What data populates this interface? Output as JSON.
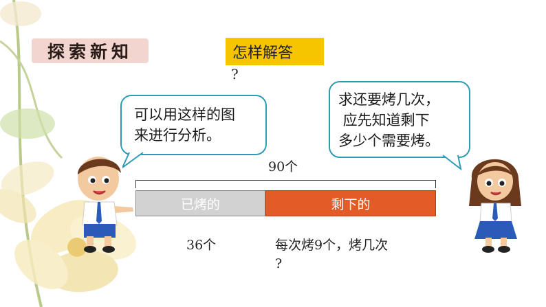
{
  "header": {
    "section_tag": "探索新知",
    "question_tag": "怎样解答",
    "question_mark": "?"
  },
  "bubbles": {
    "left_lines": [
      "可以用这样的图",
      "来进行分析。"
    ],
    "right_lines": [
      "求还要烤几次，",
      " 应先知道剩下",
      "多少个需要烤。"
    ]
  },
  "diagram": {
    "total_label": "90个",
    "done_label": "已烤的",
    "remaining_label": "剩下的",
    "done_count": "36个",
    "each_label": "每次烤9个，烤几次",
    "each_question": "?",
    "colors": {
      "done": "#d2d2d2",
      "remaining": "#e35c28",
      "bubble_border": "#2e9ab5",
      "question_tag": "#f7c400"
    }
  }
}
